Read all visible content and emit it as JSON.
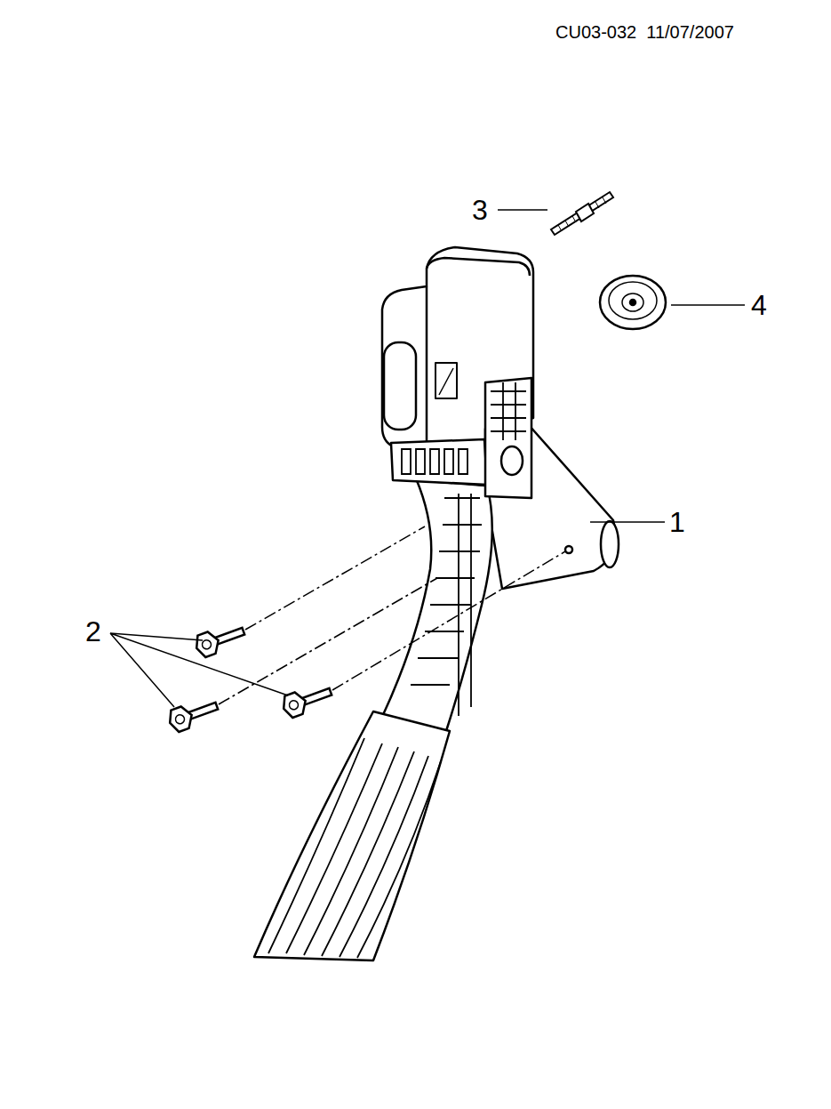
{
  "diagram": {
    "labels": [
      "CU03-032  11/07/2007",
      "3",
      "4",
      "1",
      "2"
    ]
  }
}
